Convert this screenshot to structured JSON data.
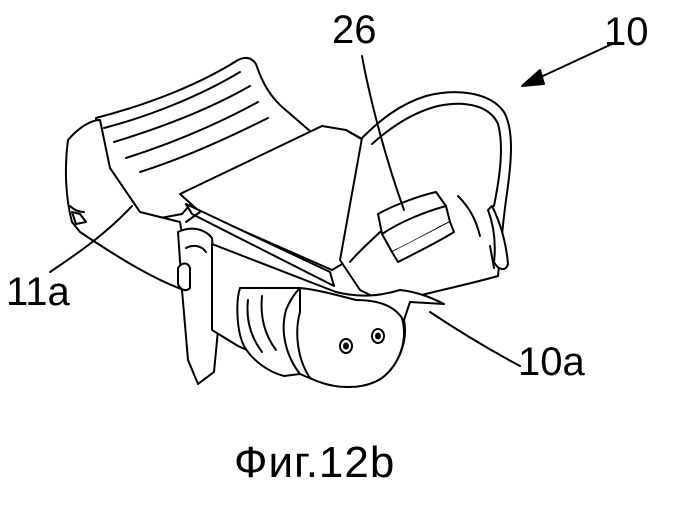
{
  "figure": {
    "labels": {
      "part_26": "26",
      "part_10": "10",
      "part_11a": "11a",
      "part_10a": "10a"
    },
    "caption": "Фиг.12b"
  },
  "colors": {
    "ink": "#000000",
    "paper": "#ffffff"
  }
}
